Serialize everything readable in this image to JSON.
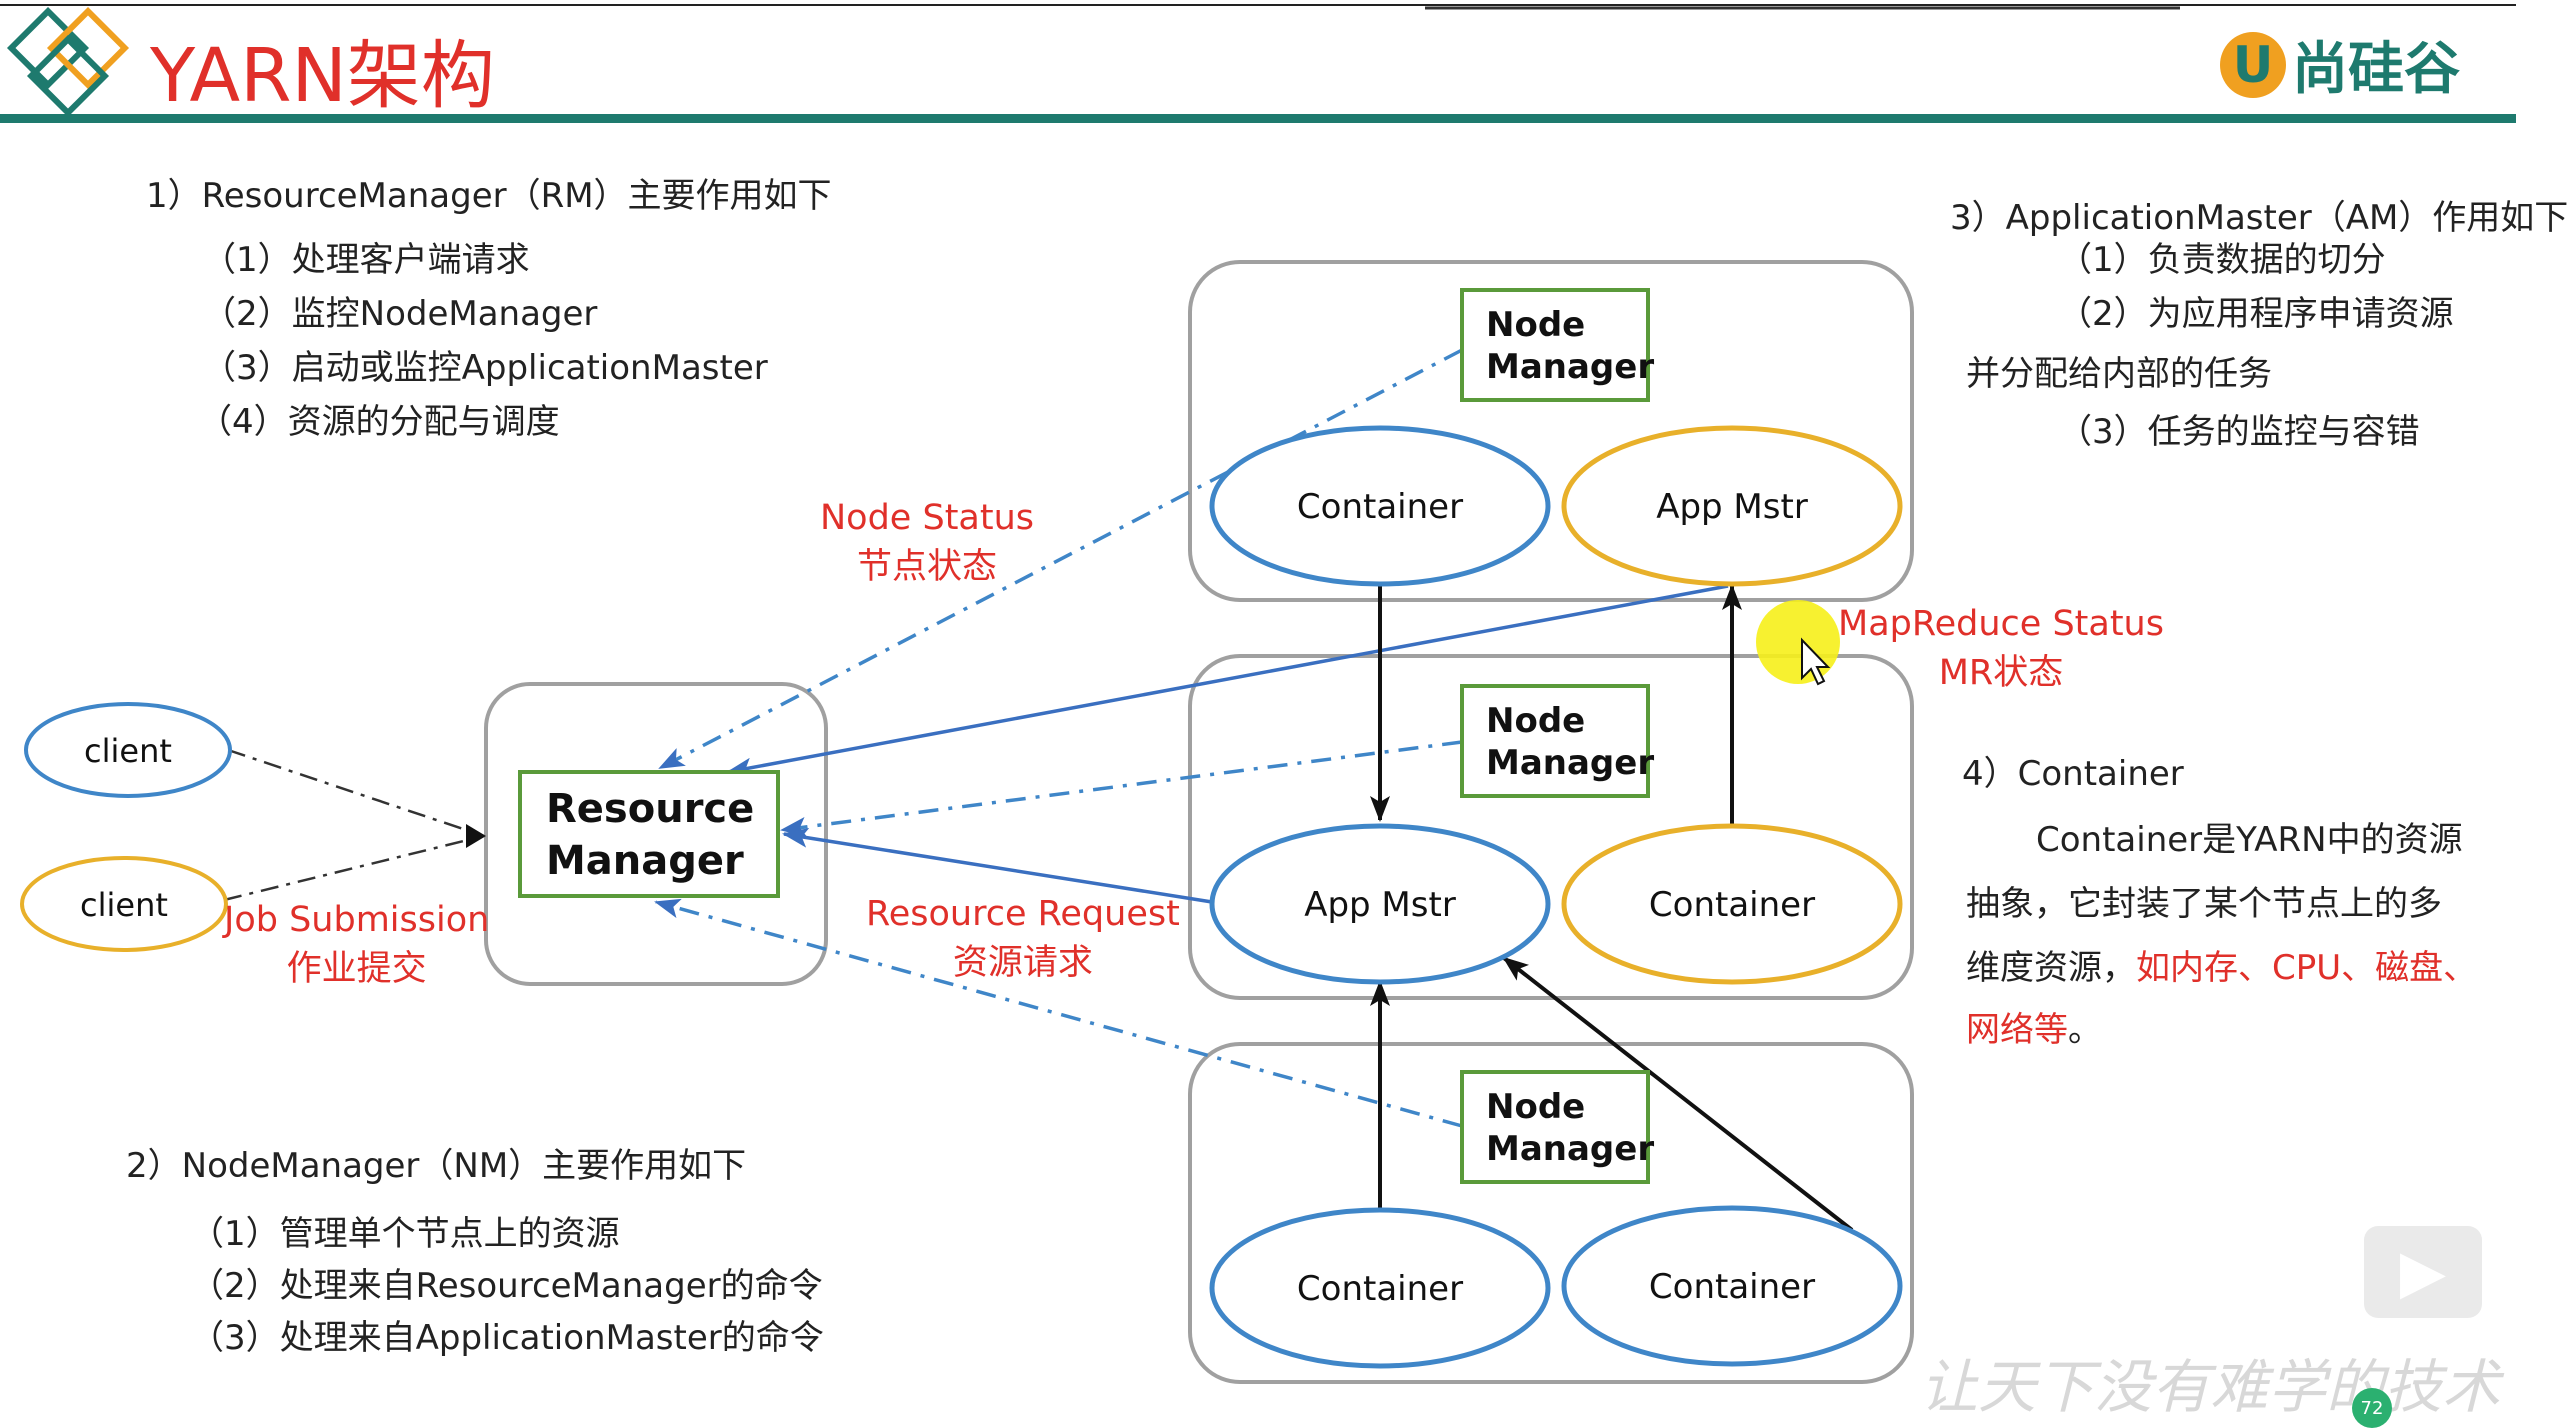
{
  "header": {
    "title": "YARN架构",
    "logo_mark": "U",
    "logo_text": "尚硅谷"
  },
  "notes": {
    "rm": {
      "heading": "1）ResourceManager（RM）主要作用如下",
      "items": [
        "（1）处理客户端请求",
        "（2）监控NodeManager",
        "（3）启动或监控ApplicationMaster",
        "（4）资源的分配与调度"
      ]
    },
    "nm": {
      "heading": "2）NodeManager（NM）主要作用如下",
      "items": [
        "（1）管理单个节点上的资源",
        "（2）处理来自ResourceManager的命令",
        "（3）处理来自ApplicationMaster的命令"
      ]
    },
    "am": {
      "heading": "3）ApplicationMaster（AM）作用如下",
      "items": [
        "（1）负责数据的切分",
        "（2）为应用程序申请资源",
        "并分配给内部的任务",
        "（3）任务的监控与容错"
      ]
    },
    "container": {
      "heading": "4）Container",
      "body_lines": [
        "Container是YARN中的资源",
        "抽象，它封装了某个节点上的多"
      ],
      "line3_plain": "维度资源，",
      "line3_red": "如内存、CPU、磁盘、",
      "line4_red": "网络等",
      "line4_end": "。"
    }
  },
  "diagram": {
    "clients": [
      "client",
      "client"
    ],
    "resource_manager": [
      "Resource",
      "Manager"
    ],
    "node_manager": [
      "Node",
      "Manager"
    ],
    "container": "Container",
    "app_master": "App Mstr",
    "labels": {
      "node_status": [
        "Node Status",
        "节点状态"
      ],
      "job_submission": [
        "Job Submission",
        "作业提交"
      ],
      "resource_request": [
        "Resource Request",
        "资源请求"
      ],
      "mapreduce_status": [
        "MapReduce Status",
        "MR状态"
      ]
    }
  },
  "footer": {
    "watermark": "让天下没有难学的技术",
    "badge": "72"
  },
  "colors": {
    "accent_red": "#e0302a",
    "brand_teal": "#1e7a6e",
    "node_green": "#5a9a3a",
    "blue_ellipse": "#3f86c8",
    "yellow_ellipse": "#e8b02a",
    "arrow_blue": "#3a6fc0"
  }
}
